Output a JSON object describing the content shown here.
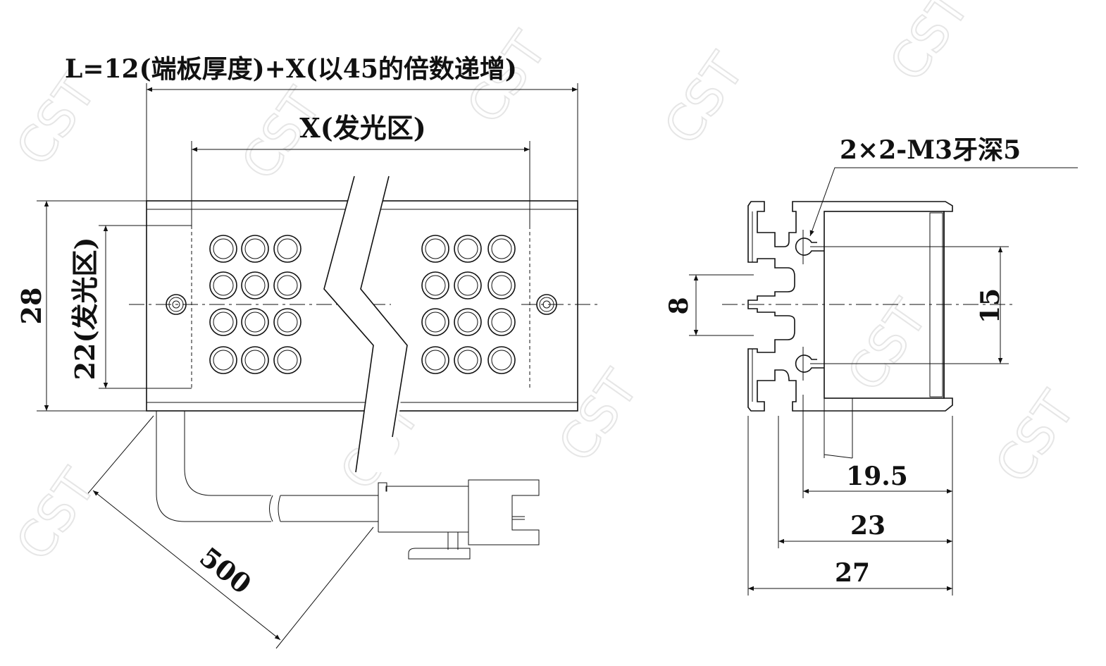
{
  "labels": {
    "length_formula": "L=12(端板厚度)+X(以45的倍数递增)",
    "light_zone_width": "X(发光区)",
    "height_total": "28",
    "height_light_zone": "22(发光区)",
    "cable_length": "500",
    "thread_note": "2×2-M3牙深5",
    "slot_spacing": "8",
    "hole_spacing": "15",
    "depth_body": "19.5",
    "depth_mid": "23",
    "depth_total": "27"
  },
  "watermark": "CST",
  "colors": {
    "line": "#111111",
    "watermark": "#e6e6e6"
  }
}
